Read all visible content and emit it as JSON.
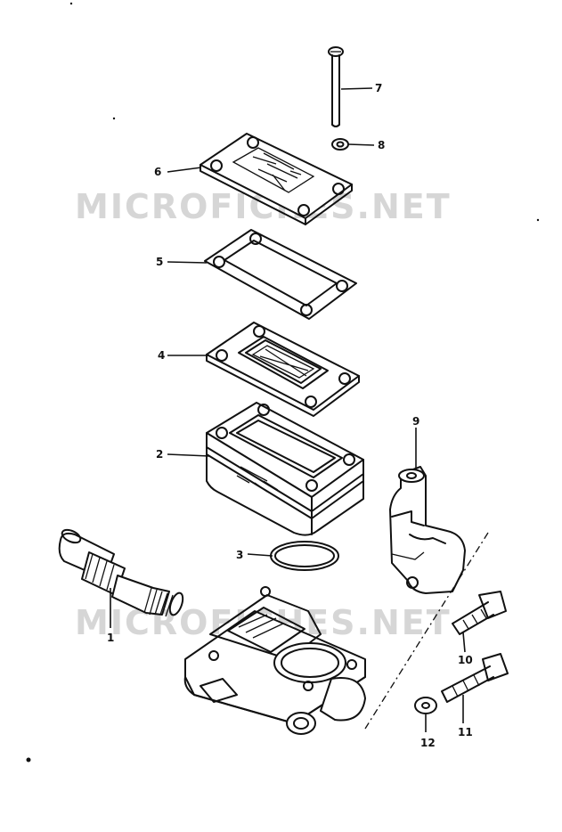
{
  "watermark": {
    "upper": "MICROFICHES.NET",
    "lower": "MICROFICHES.NET"
  },
  "callouts": {
    "c1": "1",
    "c2": "2",
    "c3": "3",
    "c4": "4",
    "c5": "5",
    "c6": "6",
    "c7": "7",
    "c8": "8",
    "c9": "9",
    "c10": "10",
    "c11": "11",
    "c12": "12"
  },
  "colors": {
    "ink": "#111111",
    "watermark": "#d6d6d6",
    "background": "#ffffff"
  }
}
